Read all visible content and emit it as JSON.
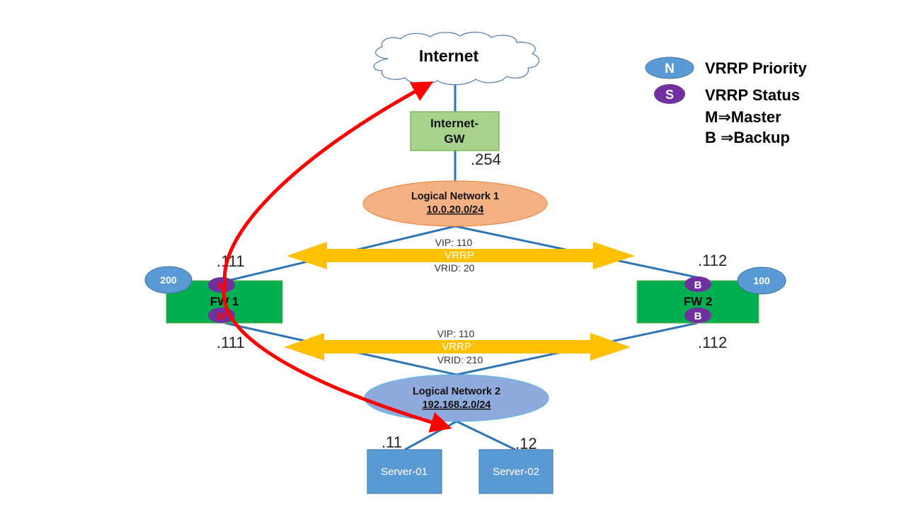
{
  "diagram": {
    "type": "network-topology",
    "colors": {
      "link": "#2e75b6",
      "vrrp_arrow": "#ffc000",
      "traffic_arrow": "#ff0000",
      "firewall_fill": "#00b050",
      "gateway_fill": "#a9d18e",
      "network1_fill": "#f4b183",
      "network2_fill": "#8faadc",
      "server_fill": "#5b9bd5",
      "priority_fill": "#5b9bd5",
      "status_fill": "#7030a0",
      "master_text": "#ff0000"
    },
    "internet": {
      "label": "Internet"
    },
    "gateway": {
      "label_line1": "Internet-",
      "label_line2": "GW",
      "ip": ".254"
    },
    "network1": {
      "name": "Logical Network 1",
      "cidr": "10.0.20.0/24"
    },
    "network2": {
      "name": "Logical Network 2",
      "cidr": "192.168.2.0/24"
    },
    "vrrp_upper": {
      "vip": "VIP: 110",
      "label": "VRRP",
      "vrid": "VRID: 20"
    },
    "vrrp_lower": {
      "vip": "VIP: 110",
      "label": "VRRP",
      "vrid": "VRID: 210"
    },
    "fw1": {
      "label": "FW 1",
      "priority": "200",
      "status_upper": "M",
      "status_lower": "M",
      "ip_upper": ".111",
      "ip_lower": ".111"
    },
    "fw2": {
      "label": "FW 2",
      "priority": "100",
      "status_upper": "B",
      "status_lower": "B",
      "ip_upper": ".112",
      "ip_lower": ".112"
    },
    "servers": [
      {
        "label": "Server-01",
        "ip": ".11"
      },
      {
        "label": "Server-02",
        "ip": ".12"
      }
    ],
    "legend": {
      "priority_symbol": "N",
      "priority_label": "VRRP Priority",
      "status_symbol": "S",
      "status_label": "VRRP Status",
      "master_line": "M⇒Master",
      "backup_line": "B ⇒Backup"
    }
  }
}
